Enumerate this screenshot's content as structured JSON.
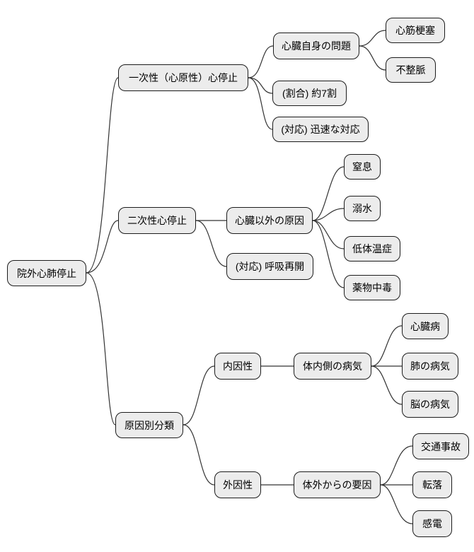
{
  "mindmap": {
    "title_hint": "out-of-hospital cardiac arrest mindmap",
    "style": {
      "background": "#ffffff",
      "node_fill": "#ececec",
      "node_border": "#1c1c1c",
      "edge_color": "#333333",
      "text_color": "#000000"
    },
    "root": {
      "label": "院外心肺停止"
    },
    "branches": [
      {
        "label": "一次性（心原性）心停止",
        "children": [
          {
            "label": "心臓自身の問題",
            "children": [
              {
                "label": "心筋梗塞"
              },
              {
                "label": "不整脈"
              }
            ]
          },
          {
            "label": "(割合) 約7割"
          },
          {
            "label": "(対応) 迅速な対応"
          }
        ]
      },
      {
        "label": "二次性心停止",
        "children": [
          {
            "label": "心臓以外の原因",
            "children": [
              {
                "label": "窒息"
              },
              {
                "label": "溺水"
              },
              {
                "label": "低体温症"
              },
              {
                "label": "薬物中毒"
              }
            ]
          },
          {
            "label": "(対応) 呼吸再開"
          }
        ]
      },
      {
        "label": "原因別分類",
        "children": [
          {
            "label": "内因性",
            "children": [
              {
                "label": "体内側の病気",
                "children": [
                  {
                    "label": "心臓病"
                  },
                  {
                    "label": "肺の病気"
                  },
                  {
                    "label": "脳の病気"
                  }
                ]
              }
            ]
          },
          {
            "label": "外因性",
            "children": [
              {
                "label": "体外からの要因",
                "children": [
                  {
                    "label": "交通事故"
                  },
                  {
                    "label": "転落"
                  },
                  {
                    "label": "感電"
                  }
                ]
              }
            ]
          }
        ]
      }
    ]
  }
}
